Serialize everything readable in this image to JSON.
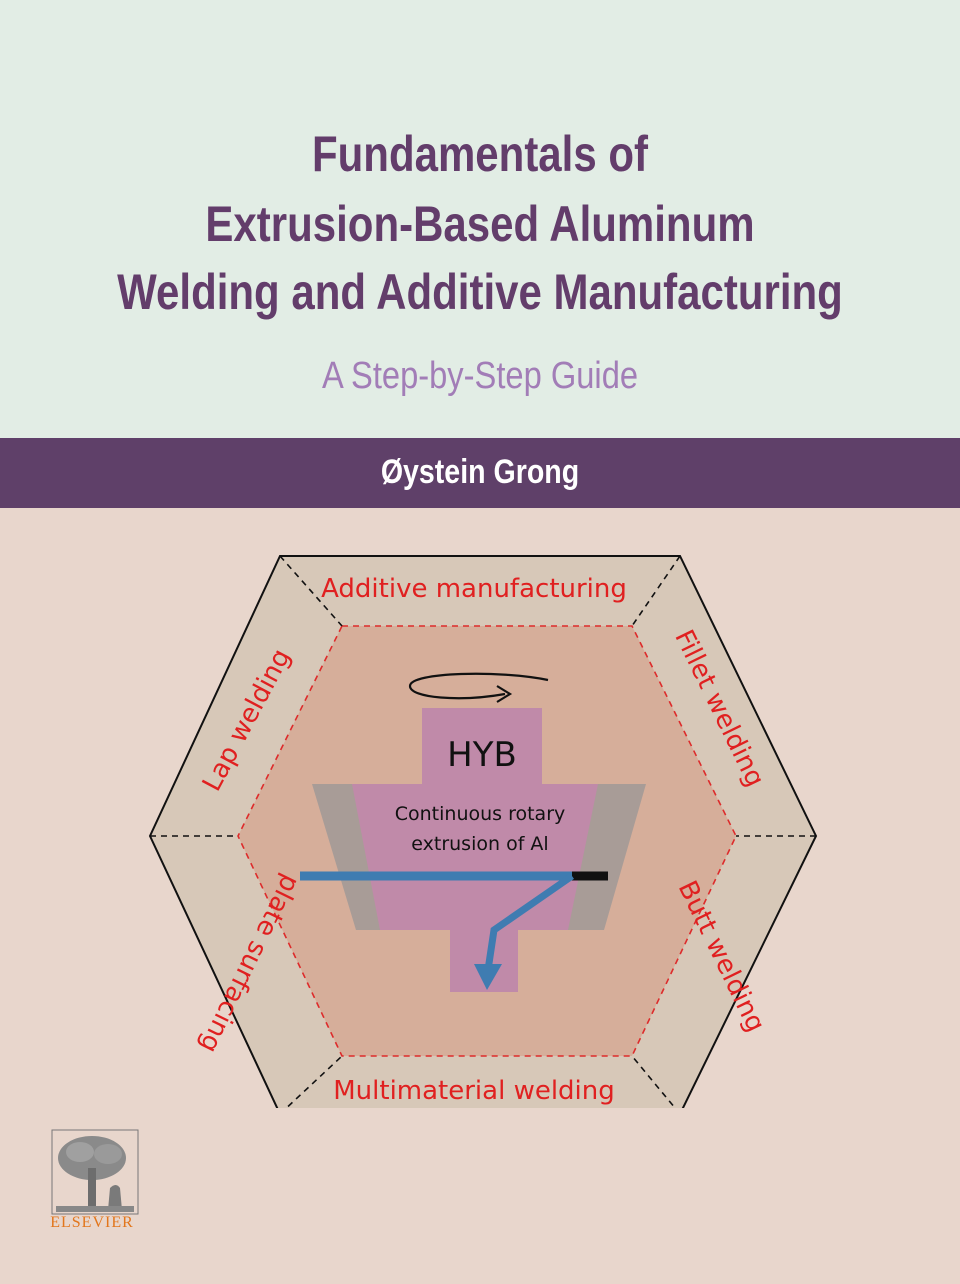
{
  "cover": {
    "title_lines": [
      "Fundamentals of",
      "Extrusion-Based Aluminum",
      "Welding and Additive Manufacturing"
    ],
    "subtitle": "A Step-by-Step Guide",
    "author": "Øystein Grong"
  },
  "diagram": {
    "segments": {
      "top": "Additive manufacturing",
      "upper_right": "Fillet welding",
      "lower_right": "Butt welding",
      "bottom": "Multimaterial welding",
      "lower_left": "plate surfacing",
      "upper_left": "Lap welding"
    },
    "center_label": "HYB",
    "process_line1": "Continuous rotary",
    "process_line2": "extrusion of Al"
  },
  "publisher": {
    "name": "ELSEVIER",
    "logo": "elsevier-tree-logo"
  },
  "colors": {
    "title": "#633d6b",
    "subtitle": "#a27db7",
    "band": "#5f4069",
    "segment_text": "#e02020",
    "accent_blue": "#3f7cb1"
  }
}
